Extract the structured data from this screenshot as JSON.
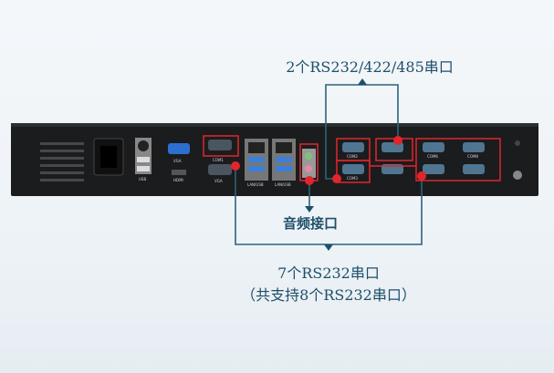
{
  "annotations": {
    "top": "2个RS232/422/485串口",
    "audio": "音频接口",
    "bottom_line1": "7个RS232串口",
    "bottom_line2": "（共支持8个RS232串口）"
  },
  "port_labels": [
    "VGA",
    "USB",
    "HDMI",
    "VGA",
    "LAN/USB",
    "LAN/USB",
    "COM2",
    "COM3",
    "COM6",
    "COM8"
  ],
  "colors": {
    "annotation_line": "#2b6478",
    "highlight": "#e0262b",
    "chassis": "#1b1c1e",
    "text": "#1e4f6a"
  }
}
